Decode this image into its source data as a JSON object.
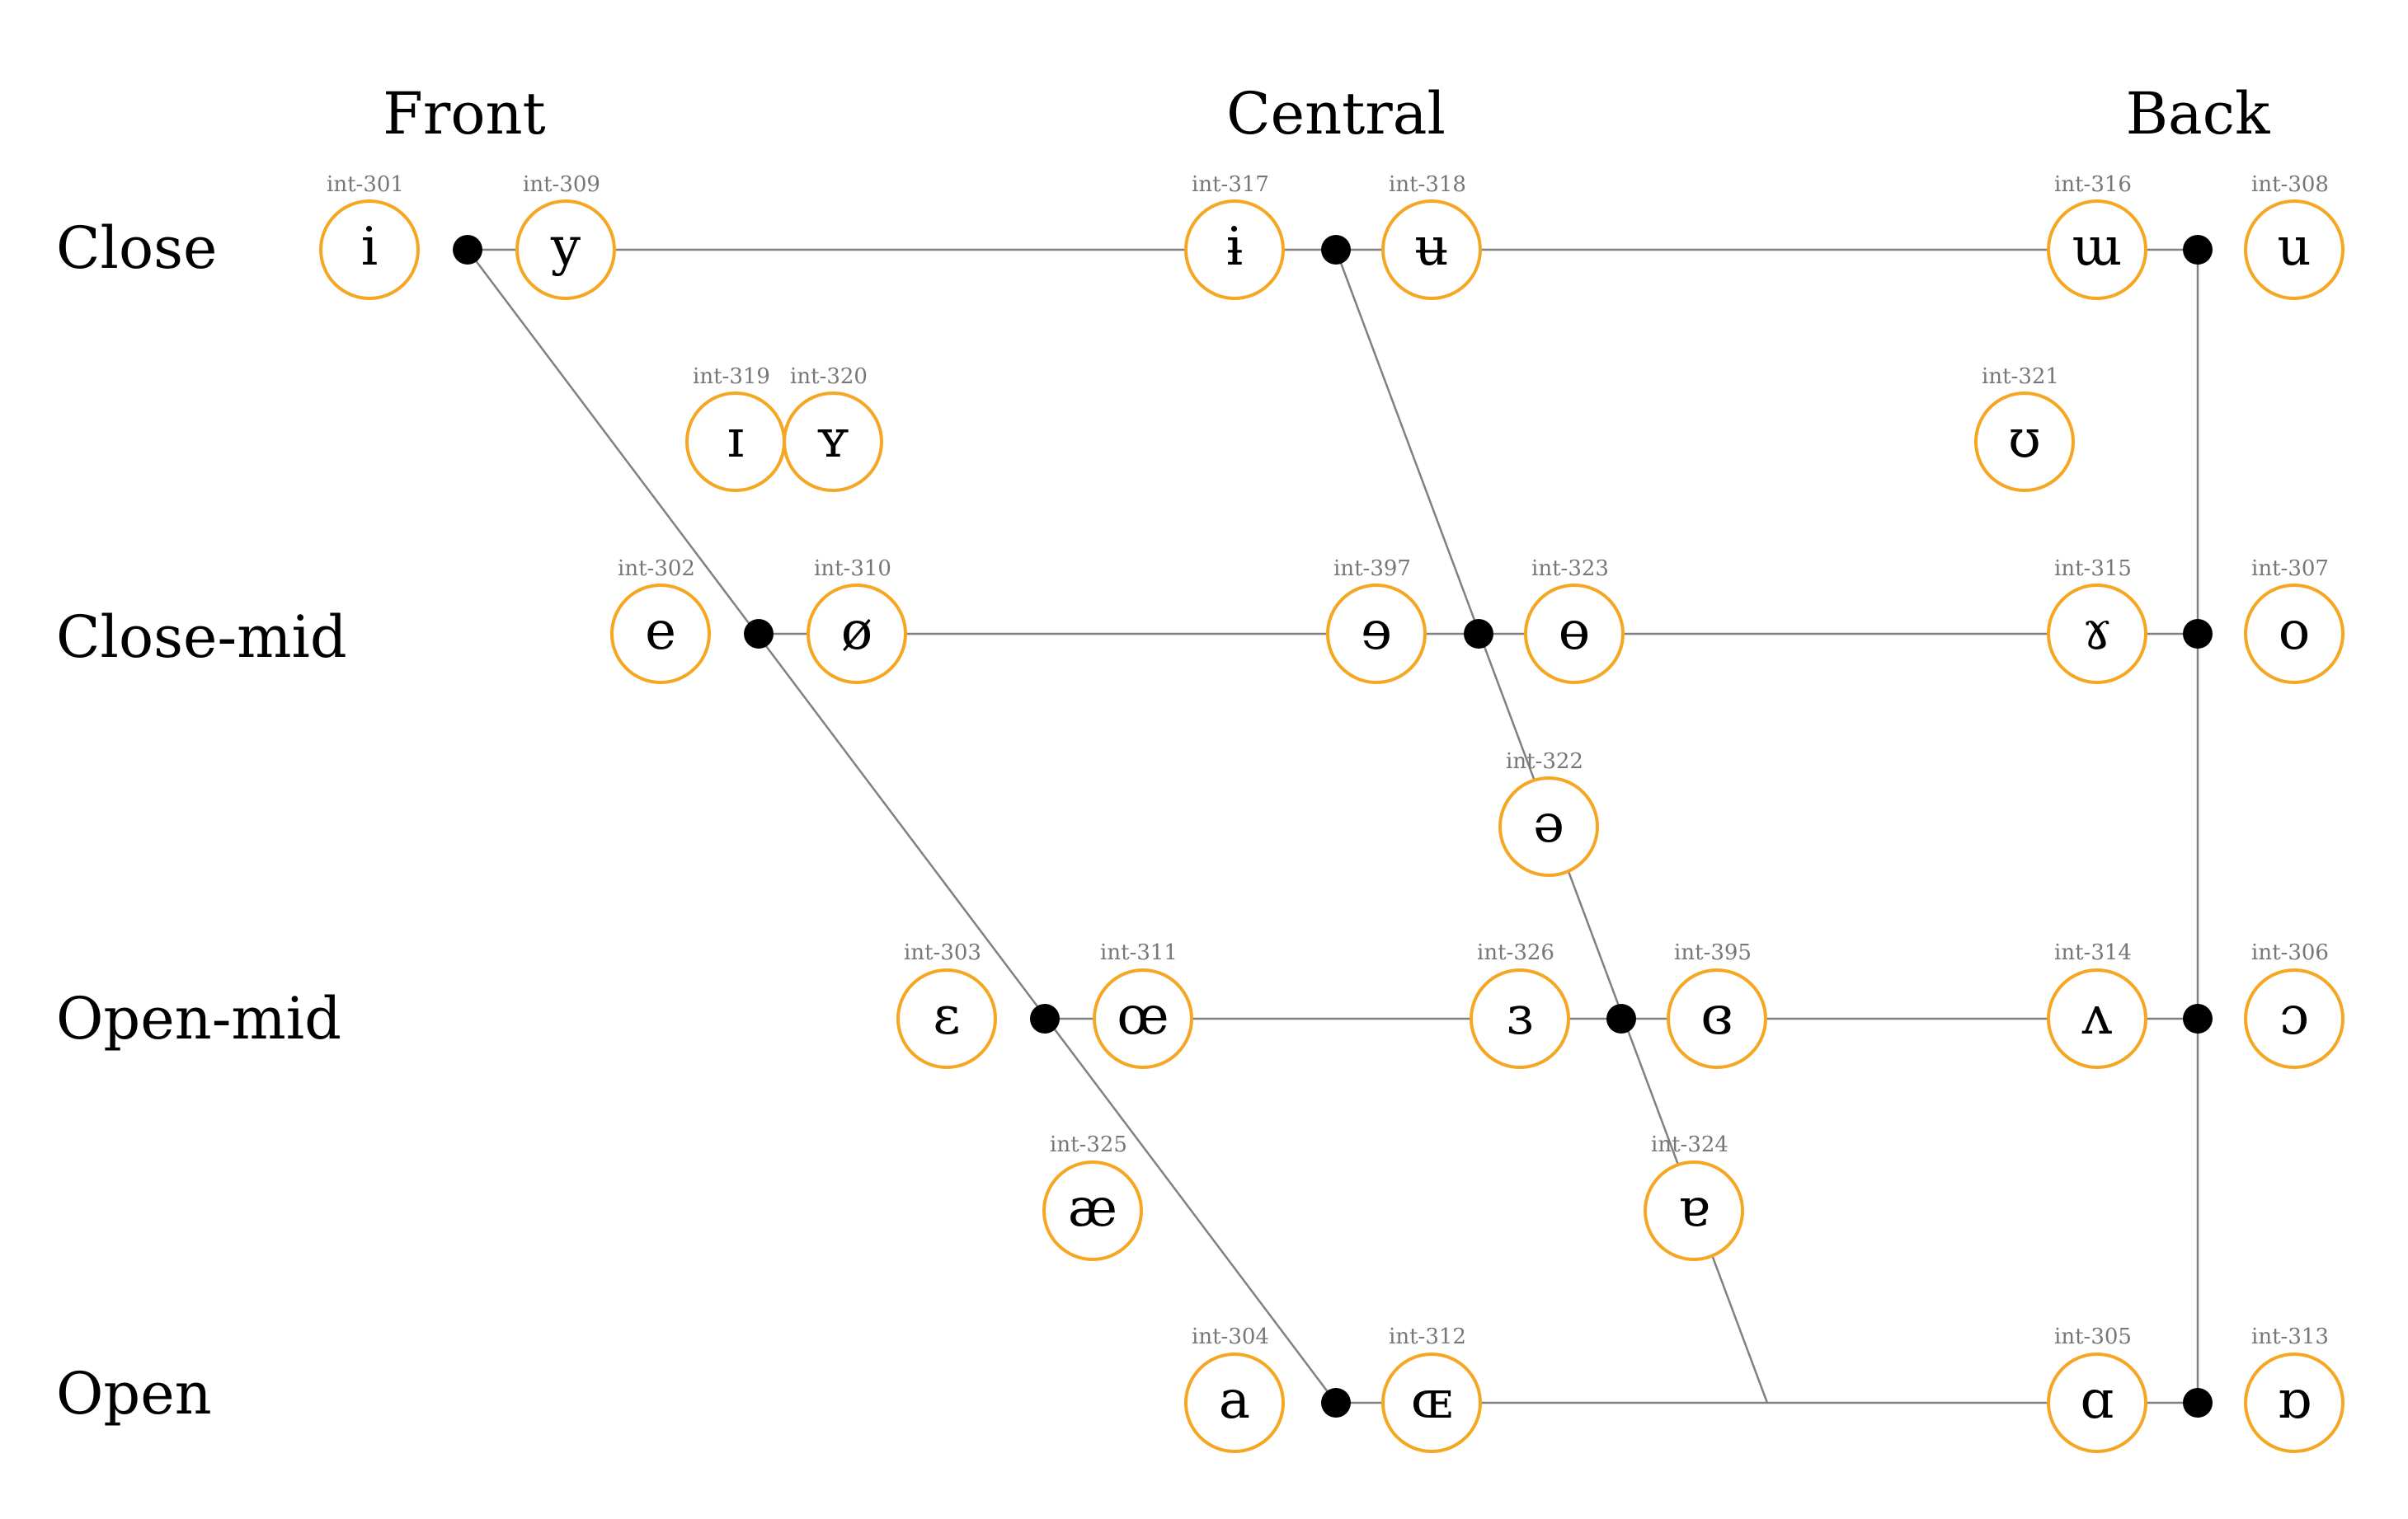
{
  "columns": {
    "front": "Front",
    "central": "Central",
    "back": "Back"
  },
  "rows": {
    "close": "Close",
    "close_mid": "Close-mid",
    "open_mid": "Open-mid",
    "open": "Open"
  },
  "colors": {
    "circle_stroke": "#f5a623",
    "line": "#808080",
    "dot": "#000000",
    "code_text": "#777777"
  },
  "vowels": {
    "v301": {
      "symbol": "i",
      "code": "int-301"
    },
    "v309": {
      "symbol": "y",
      "code": "int-309"
    },
    "v317": {
      "symbol": "ɨ",
      "code": "int-317"
    },
    "v318": {
      "symbol": "ʉ",
      "code": "int-318"
    },
    "v316": {
      "symbol": "ɯ",
      "code": "int-316"
    },
    "v308": {
      "symbol": "u",
      "code": "int-308"
    },
    "v319": {
      "symbol": "ɪ",
      "code": "int-319"
    },
    "v320": {
      "symbol": "ʏ",
      "code": "int-320"
    },
    "v321": {
      "symbol": "ʊ",
      "code": "int-321"
    },
    "v302": {
      "symbol": "e",
      "code": "int-302"
    },
    "v310": {
      "symbol": "ø",
      "code": "int-310"
    },
    "v397": {
      "symbol": "ɘ",
      "code": "int-397"
    },
    "v323": {
      "symbol": "ɵ",
      "code": "int-323"
    },
    "v315": {
      "symbol": "ɤ",
      "code": "int-315"
    },
    "v307": {
      "symbol": "o",
      "code": "int-307"
    },
    "v322": {
      "symbol": "ə",
      "code": "int-322"
    },
    "v303": {
      "symbol": "ɛ",
      "code": "int-303"
    },
    "v311": {
      "symbol": "œ",
      "code": "int-311"
    },
    "v326": {
      "symbol": "ɜ",
      "code": "int-326"
    },
    "v395": {
      "symbol": "ɞ",
      "code": "int-395"
    },
    "v314": {
      "symbol": "ʌ",
      "code": "int-314"
    },
    "v306": {
      "symbol": "ɔ",
      "code": "int-306"
    },
    "v325": {
      "symbol": "æ",
      "code": "int-325"
    },
    "v324": {
      "symbol": "ɐ",
      "code": "int-324"
    },
    "v304": {
      "symbol": "a",
      "code": "int-304"
    },
    "v312": {
      "symbol": "ɶ",
      "code": "int-312"
    },
    "v305": {
      "symbol": "ɑ",
      "code": "int-305"
    },
    "v313": {
      "symbol": "ɒ",
      "code": "int-313"
    }
  }
}
